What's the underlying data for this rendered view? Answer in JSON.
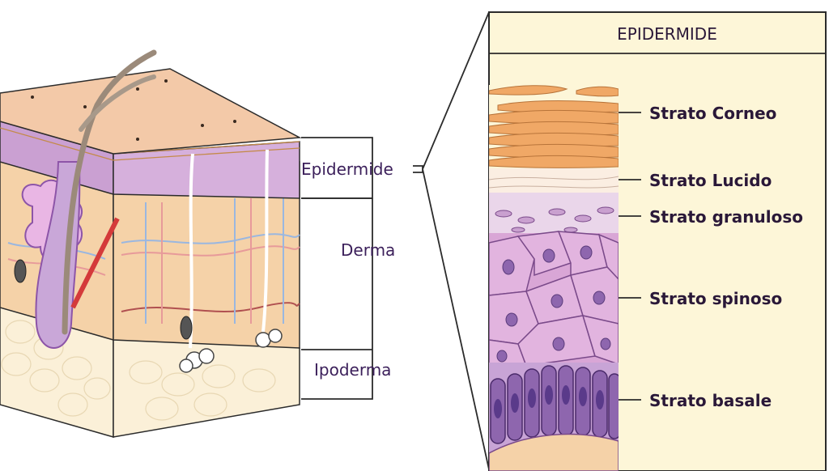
{
  "panel": {
    "title": "EPIDERMIDE",
    "background": "#fdf6d8"
  },
  "left_labels": {
    "epidermide": "Epidermide",
    "derma": "Derma",
    "ipoderma": "Ipoderma"
  },
  "layers": [
    {
      "label": "Strato Corneo",
      "color": "#f0a866"
    },
    {
      "label": "Strato Lucido",
      "color": "#fbeee2"
    },
    {
      "label": "Strato granuloso",
      "color": "#ead6ea"
    },
    {
      "label": "Strato spinoso",
      "color": "#d9a6d6"
    },
    {
      "label": "Strato basale",
      "color": "#8e66ae"
    }
  ],
  "colors": {
    "label_text": "#3b1f5a",
    "outline": "#2b2b2b",
    "skin_surface": "#f3c9a8",
    "dermis": "#f5d2a8",
    "hypodermis": "#fbf0d8"
  }
}
